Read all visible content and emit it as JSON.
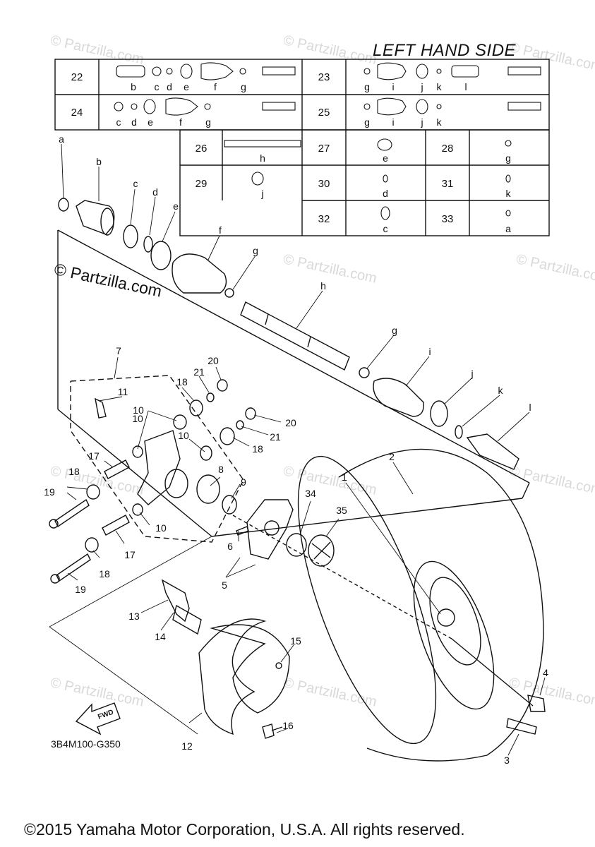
{
  "title": "LEFT HAND SIDE",
  "watermark": "© Partzilla.com",
  "diagram_code": "3B4M100-G350",
  "copyright": "©2015 Yamaha Motor Corporation, U.S.A. All rights reserved.",
  "fwd_label": "FWD",
  "kit_rows": [
    {
      "num": "22",
      "letters": [
        "b",
        "c",
        "d",
        "e",
        "f",
        "g"
      ]
    },
    {
      "num": "23",
      "letters": [
        "g",
        "i",
        "j",
        "k",
        "l"
      ]
    },
    {
      "num": "24",
      "letters": [
        "c",
        "d",
        "e",
        "f",
        "g"
      ]
    },
    {
      "num": "25",
      "letters": [
        "g",
        "i",
        "j",
        "k"
      ]
    }
  ],
  "kit_cells": [
    {
      "num": "26",
      "letter": "h"
    },
    {
      "num": "27",
      "letter": "e"
    },
    {
      "num": "28",
      "letter": "g"
    },
    {
      "num": "29",
      "letter": "j"
    },
    {
      "num": "30",
      "letter": "d"
    },
    {
      "num": "31",
      "letter": "k"
    },
    {
      "num": "32",
      "letter": "c"
    },
    {
      "num": "33",
      "letter": "a"
    }
  ],
  "callouts": [
    "a",
    "b",
    "c",
    "d",
    "e",
    "f",
    "g",
    "h",
    "g",
    "i",
    "j",
    "k",
    "l",
    "1",
    "2",
    "3",
    "4",
    "5",
    "6",
    "7",
    "8",
    "9",
    "10",
    "10",
    "10",
    "10",
    "11",
    "12",
    "13",
    "14",
    "15",
    "16",
    "17",
    "17",
    "18",
    "18",
    "18",
    "18",
    "19",
    "19",
    "20",
    "20",
    "21",
    "21",
    "34",
    "35"
  ]
}
